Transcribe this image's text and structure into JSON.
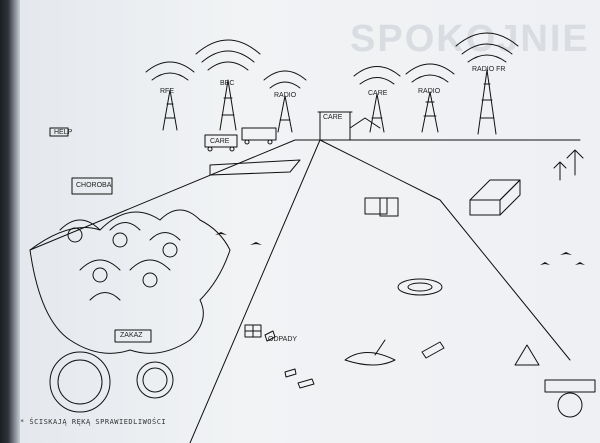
{
  "caption": "* ŚCISKAJĄ RĘKĄ SPRAWIEDLIWOŚCI",
  "bleed_through_text": "SPOKOJNIE",
  "signs": {
    "help": "HELP",
    "care_truck": "CARE",
    "care_booth": "CARE",
    "zakaz": "ZAKAZ",
    "choroba": "CHOROBA",
    "odpady": "ODPADY"
  },
  "radio_towers": [
    "RFE",
    "BBC",
    "RADIO",
    "CARE",
    "RADIO",
    "RADIO FR"
  ]
}
